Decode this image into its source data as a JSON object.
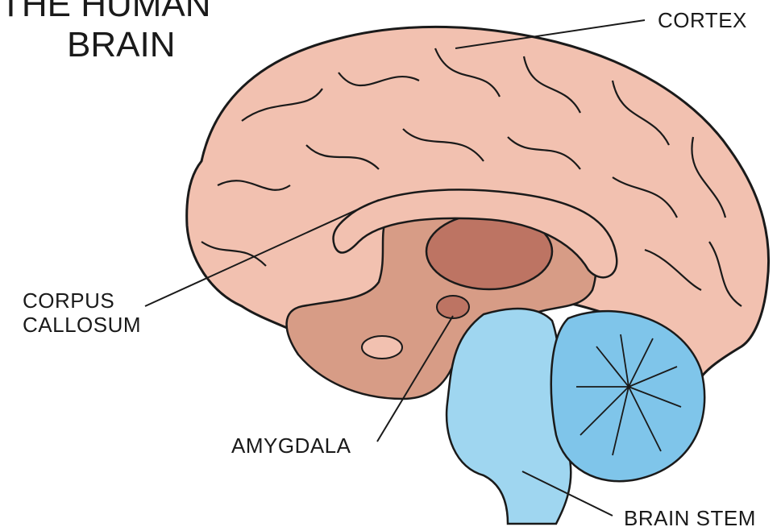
{
  "title": {
    "line1": "THE HUMAN",
    "line2": "BRAIN"
  },
  "labels": {
    "cortex": "CORTEX",
    "corpus_line1": "CORPUS",
    "corpus_line2": "CALLOSUM",
    "amygdala": "AMYGDALA",
    "brain_stem": "BRAIN STEM"
  },
  "colors": {
    "cortex_fill": "#f2c1b0",
    "cortex_shadow": "#e0a694",
    "inner_brain": "#d79c86",
    "thalamus": "#bd7463",
    "brain_stem": "#9fd6f0",
    "cerebellum": "#7fc5ea",
    "outline": "#1a1a1a"
  }
}
